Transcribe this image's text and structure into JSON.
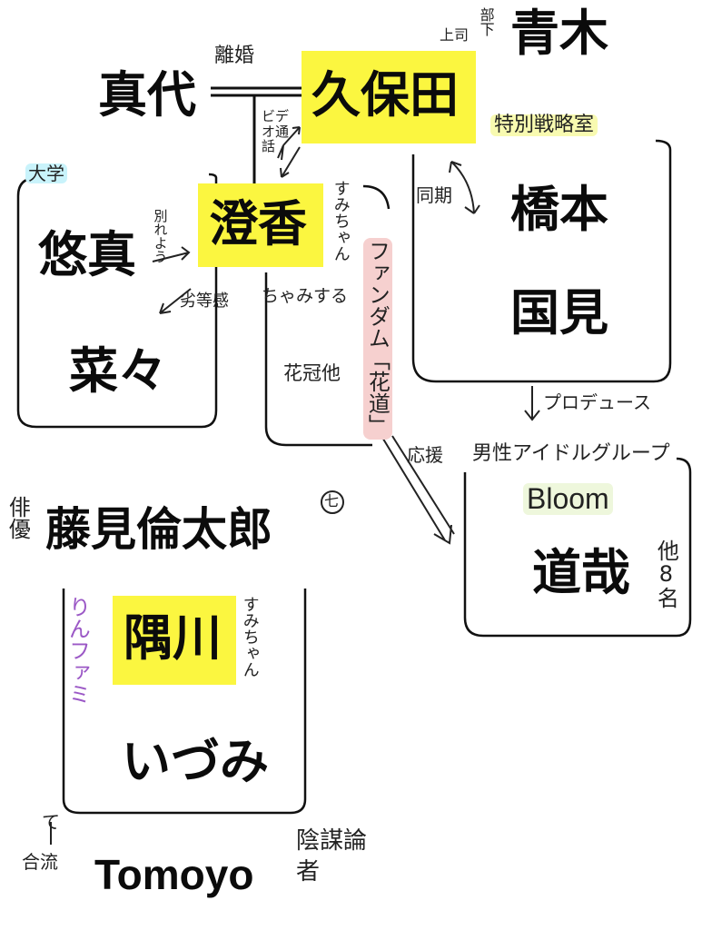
{
  "people": {
    "mashiro": "真代",
    "kubota": "久保田",
    "aoki": "青木",
    "sumika": "澄香",
    "yuma": "悠真",
    "nana": "菜々",
    "hashimoto": "橋本",
    "kunimi": "国見",
    "michiya": "道哉",
    "fujimi": "藤見倫太郎",
    "sumikawa": "隅川",
    "izumi": "いづみ",
    "tomoyo": "Tomoyo"
  },
  "labels": {
    "divorce": "離婚",
    "superior": "上司",
    "subordinate": "部下",
    "special_office": "特別戦略室",
    "video_call": "ビデオ通話",
    "university": "大学",
    "breakup": "別れよう",
    "inferiority": "劣等感",
    "sumichan_1": "すみちゃん",
    "chayamisuru": "ちゃみする",
    "fandom": "ファンダム「花道」",
    "hanakan": "花冠他",
    "same_year": "同期",
    "produce": "プロデュース",
    "support": "応援",
    "group": "男性アイドルグループ",
    "bloom": "Bloom",
    "others8": "他8名",
    "actor": "俳優",
    "nana_mark": "七",
    "rinfami": "りんファミ",
    "sumichan_2": "すみちゃん",
    "te": "て",
    "joined": "合流",
    "conspiracy": "陰謀論者"
  },
  "colors": {
    "highlight_yellow": "#fbf640",
    "highlight_cyan": "#c9f3fb",
    "highlight_pink": "#f6d0cf",
    "highlight_lime": "#f8fab0",
    "highlight_green": "#eef7dc",
    "rinfami_purple": "#9b58c6"
  }
}
